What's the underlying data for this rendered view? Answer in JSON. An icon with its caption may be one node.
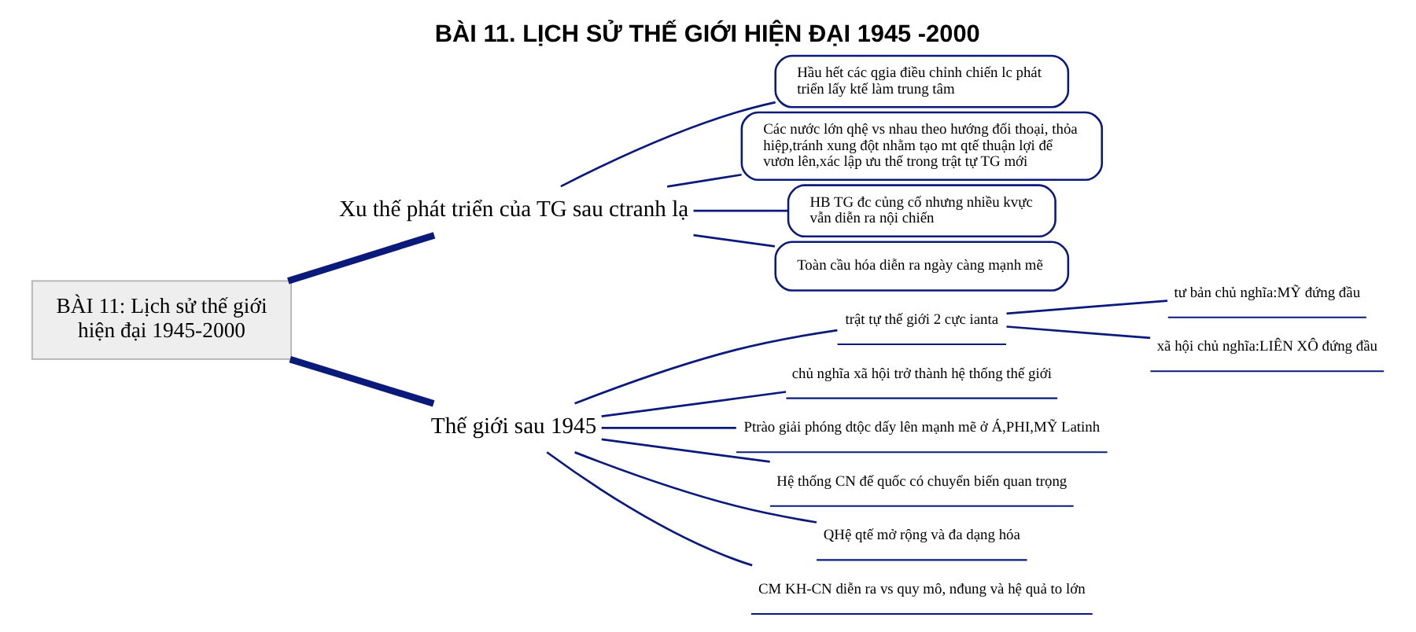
{
  "diagram": {
    "title": "BÀI 11. LỊCH SỬ THẾ GIỚI HIỆN ĐẠI 1945 -2000",
    "nodes": [
      {
        "text": [
          "BÀI 11: Lịch sử thế giới hiện đại 1945-2000"
        ]
      },
      {
        "text": [
          "Xu thế phát triển của TG sau ctranh lạ"
        ]
      },
      {
        "text": [
          "Hầu hết các qgia điều chỉnh chiến lc phát triển lấy ktế làm trung tâm"
        ]
      },
      {
        "text": [
          "Các nước lớn qhệ vs nhau theo hướng đối thoại, thỏa hiệp,tránh xung đột nhằm tạo mt qtế thuận lợi để vươn lên,xác lập ưu thế trong trật tự TG mới"
        ]
      },
      {
        "text": [
          "HB TG đc củng cố nhưng nhiều kvực vẫn diễn ra nội chiến"
        ]
      },
      {
        "text": [
          "Toàn cầu hóa diễn ra ngày càng mạnh mẽ"
        ]
      },
      {
        "text": [
          "Thế giới sau 1945"
        ]
      },
      {
        "text": [
          "trật tự thế giới 2 cực ianta"
        ]
      },
      {
        "text": [
          "tư bản chủ nghĩa:MỸ đứng đầu"
        ]
      },
      {
        "text": [
          "xã hội chủ nghĩa:LIÊN XÔ đứng đầu"
        ]
      },
      {
        "text": [
          "chủ nghĩa xã hội trở thành hệ thống thế giới"
        ]
      },
      {
        "text": [
          "Ptrào giải phóng dtộc dấy lên mạnh mẽ ở Á,PHI,MỸ Latinh"
        ]
      },
      {
        "text": [
          "Hệ thống CN đế quốc có chuyển biến quan trọng"
        ]
      },
      {
        "text": [
          "QHệ qtế mở rộng và đa dạng hóa"
        ]
      },
      {
        "text": [
          "CM KH-CN diễn ra vs quy mô, nđung và hệ quả to lớn"
        ]
      }
    ],
    "edges": [
      {
        "from": 0,
        "to": 1,
        "arrow": "none",
        "style": "thick"
      },
      {
        "from": 1,
        "to": 2,
        "arrow": "none"
      },
      {
        "from": 1,
        "to": 3,
        "arrow": "none"
      },
      {
        "from": 1,
        "to": 4,
        "arrow": "none"
      },
      {
        "from": 1,
        "to": 5,
        "arrow": "none"
      },
      {
        "from": 0,
        "to": 6,
        "arrow": "none",
        "style": "thick"
      },
      {
        "from": 6,
        "to": 7,
        "arrow": "none"
      },
      {
        "from": 7,
        "to": 8,
        "arrow": "none"
      },
      {
        "from": 7,
        "to": 9,
        "arrow": "none"
      },
      {
        "from": 6,
        "to": 10,
        "arrow": "none"
      },
      {
        "from": 6,
        "to": 11,
        "arrow": "none"
      },
      {
        "from": 6,
        "to": 12,
        "arrow": "none"
      },
      {
        "from": 6,
        "to": 13,
        "arrow": "none"
      },
      {
        "from": 6,
        "to": 14,
        "arrow": "none"
      }
    ]
  }
}
